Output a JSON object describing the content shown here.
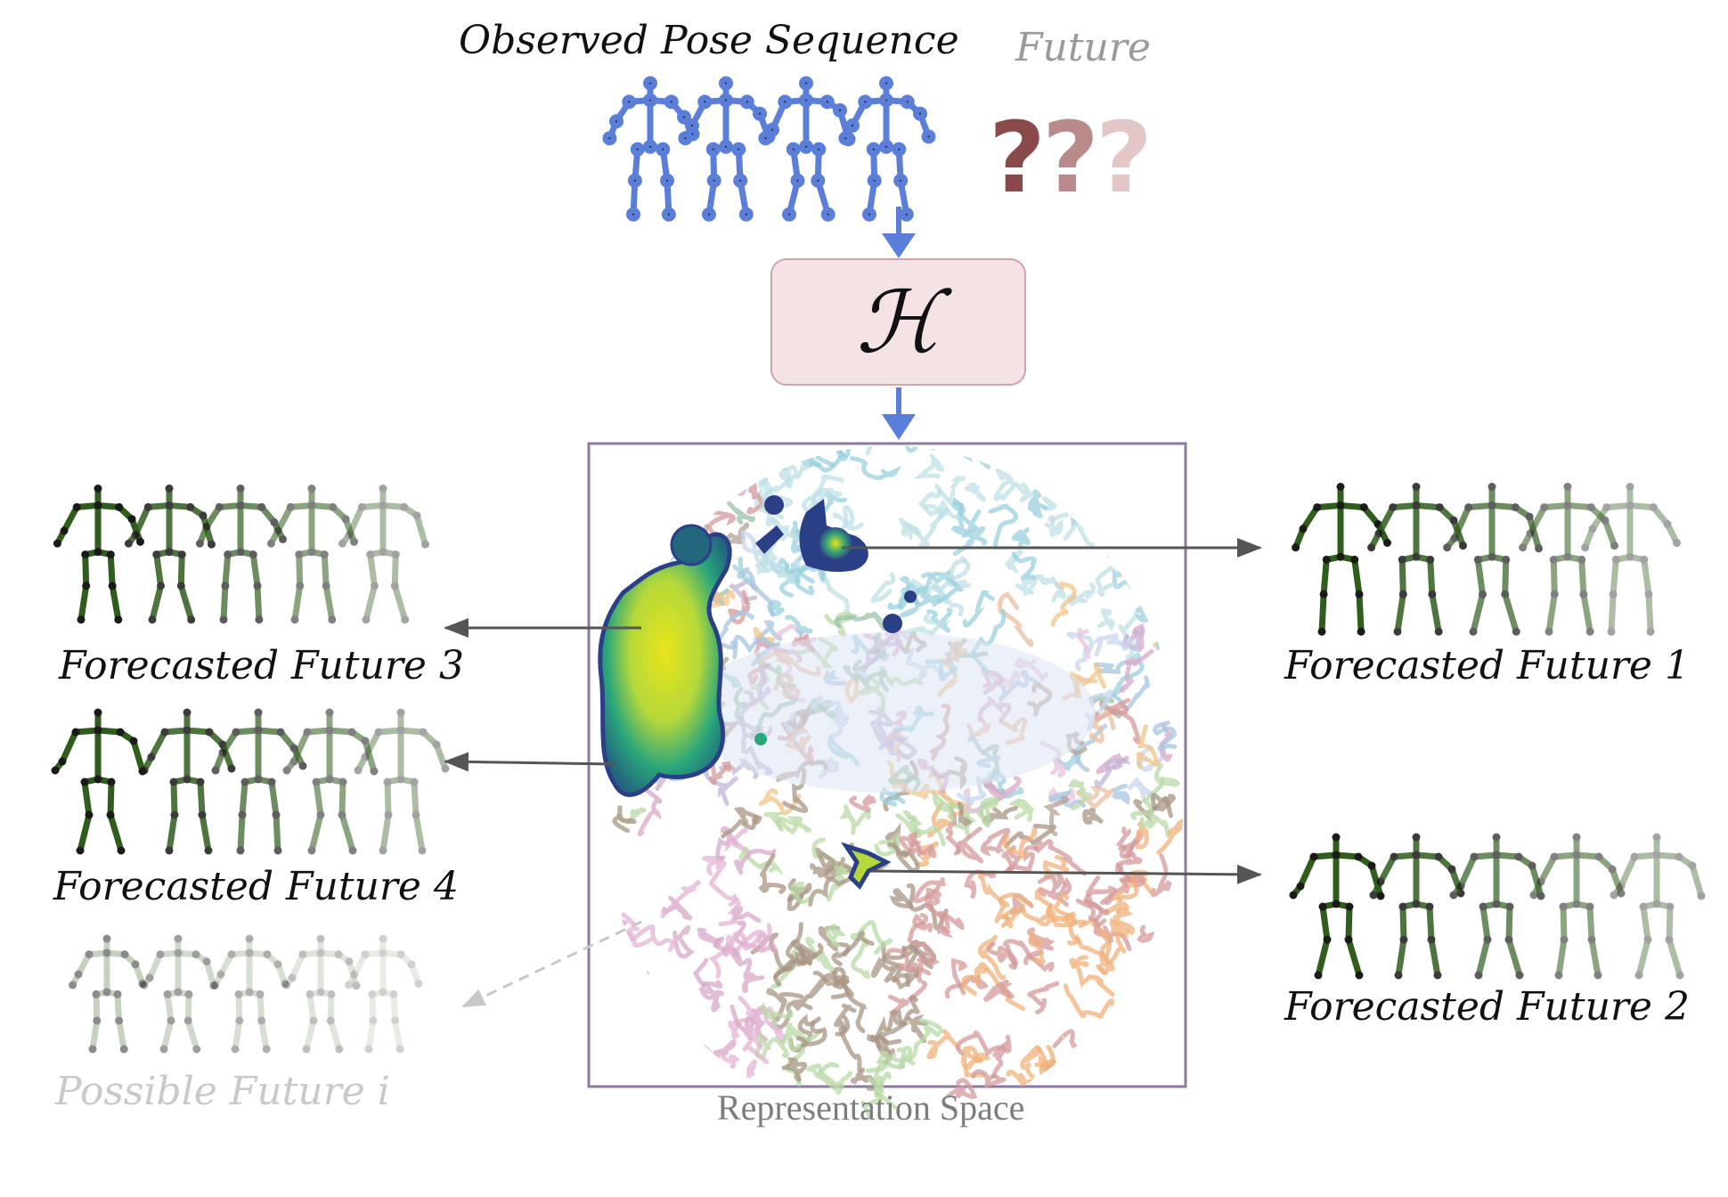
{
  "title": "Observed Pose Sequence",
  "future_label": "Future",
  "unknown_marks": "???",
  "model_symbol": "ℋ",
  "space_label": "Representation Space",
  "outputs": [
    {
      "id": "ff1",
      "label": "Forecasted Future 1"
    },
    {
      "id": "ff2",
      "label": "Forecasted Future 2"
    },
    {
      "id": "ff3",
      "label": "Forecasted Future 3"
    },
    {
      "id": "ff4",
      "label": "Forecasted Future 4"
    },
    {
      "id": "pfi",
      "label": "Possible Future i"
    }
  ],
  "colors": {
    "observed_pose": "#5b7fd9",
    "forecast_pose": "#2f5d1c",
    "arrow_blue": "#5b7fd9",
    "arrow_grey": "#555555",
    "box_fill": "#f4e2e5",
    "box_border": "#cfa4ad",
    "space_frame": "#8e7aa0",
    "density_high": "#e8e51a",
    "density_mid": "#2aa67a",
    "density_low": "#2b3f86"
  }
}
